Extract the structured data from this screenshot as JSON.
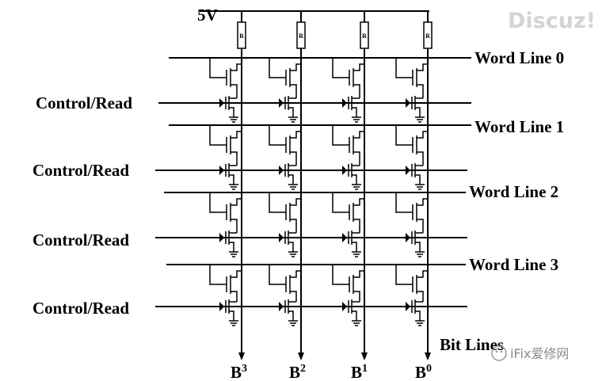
{
  "diagram": {
    "supply_label": "5V",
    "resistor_label": "R",
    "word_lines": [
      {
        "label": "Word Line 0"
      },
      {
        "label": "Word Line 1"
      },
      {
        "label": "Word Line 2"
      },
      {
        "label": "Word Line 3"
      }
    ],
    "control_lines": [
      {
        "label": "Control/Read"
      },
      {
        "label": "Control/Read"
      },
      {
        "label": "Control/Read"
      },
      {
        "label": "Control/Read"
      }
    ],
    "bit_lines": [
      {
        "base": "B",
        "sup": "3"
      },
      {
        "base": "B",
        "sup": "2"
      },
      {
        "base": "B",
        "sup": "1"
      },
      {
        "base": "B",
        "sup": "0"
      }
    ],
    "bit_lines_label": "Bit Lines"
  },
  "watermarks": {
    "top_right": "Discuz!",
    "bottom_right": "iFix爱修网"
  }
}
